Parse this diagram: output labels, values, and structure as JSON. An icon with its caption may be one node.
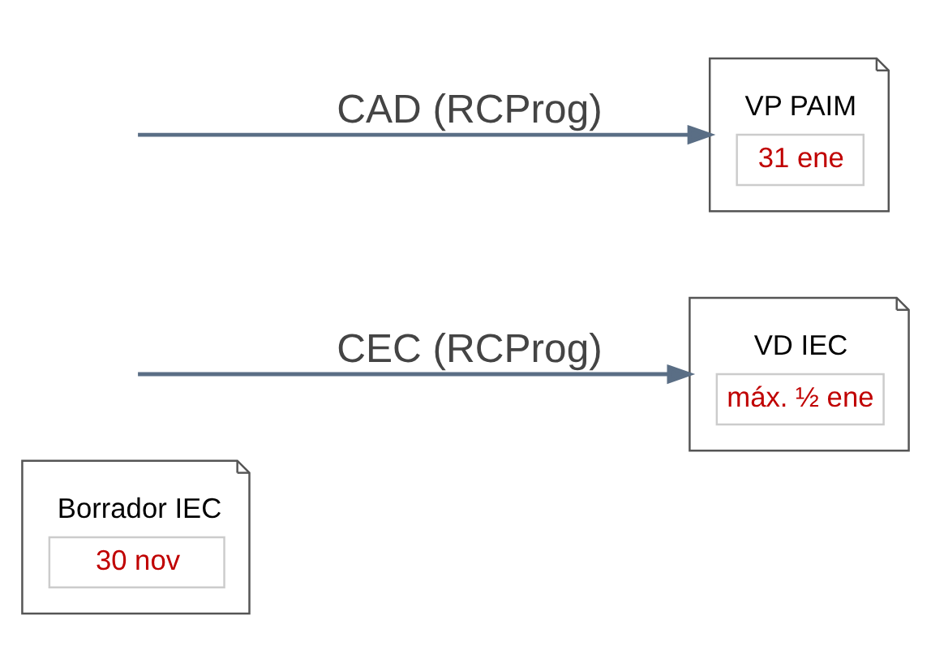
{
  "diagram": {
    "nodes": [
      {
        "text": [
          "Borrador IEC",
          "30 nov"
        ]
      },
      {
        "text": [
          "VD IEC",
          "máx. ½ ene"
        ]
      },
      {
        "text": [
          "VP PAIM",
          "31 ene"
        ]
      }
    ],
    "edges": [
      {
        "from": null,
        "to": 1,
        "arrow": "to",
        "label": "CEC (RCProg)"
      },
      {
        "from": null,
        "to": 2,
        "arrow": "to",
        "label": "CAD (RCProg)"
      }
    ]
  }
}
